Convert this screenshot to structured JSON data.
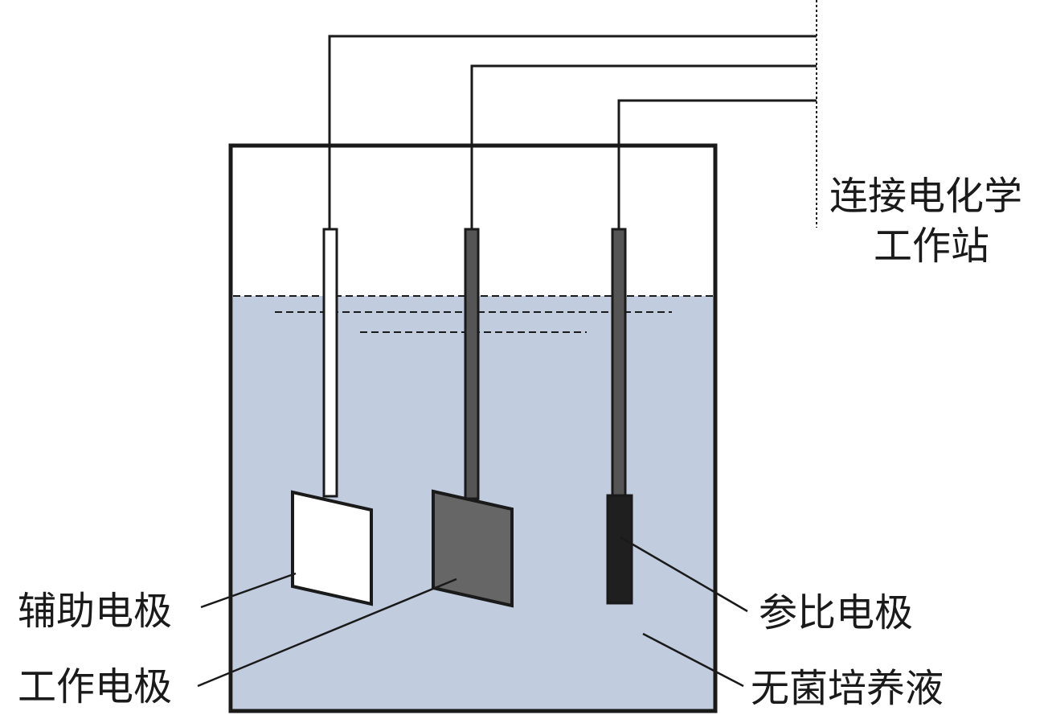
{
  "labels": {
    "workstation_line1": "连接电化学",
    "workstation_line2": "工作站",
    "auxiliary_electrode": "辅助电极",
    "working_electrode": "工作电极",
    "reference_electrode": "参比电极",
    "sterile_medium": "无菌培养液"
  },
  "colors": {
    "solution": "#c1ccdf",
    "working_electrode": "#666666",
    "reference_electrode": "#1f1f1f",
    "rod_dark": "#555555",
    "outline": "#1a1a1a",
    "auxiliary_electrode": "#ffffff"
  }
}
